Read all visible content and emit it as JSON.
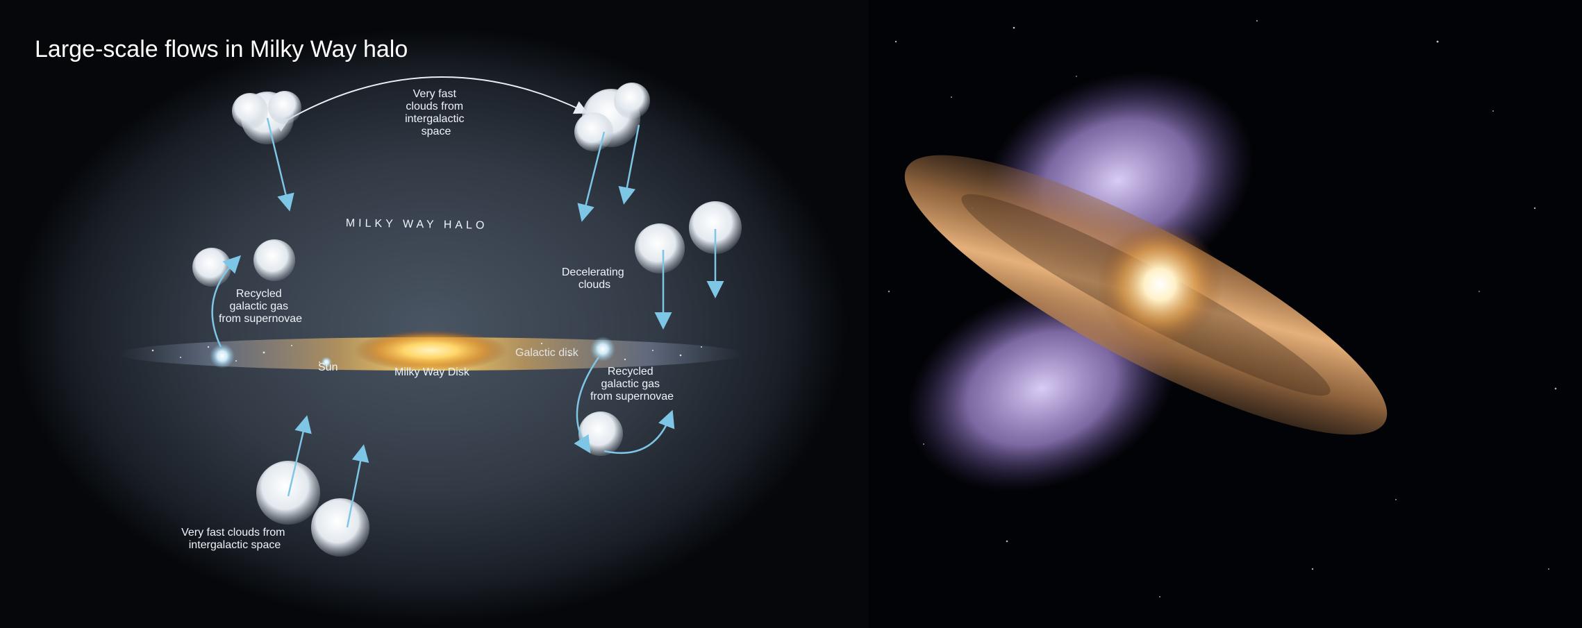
{
  "diagram": {
    "title": "Large-scale flows in Milky Way halo",
    "labels": {
      "top_clouds": [
        "Very fast",
        "clouds from",
        "intergalactic",
        "space"
      ],
      "halo": "MILKY WAY HALO",
      "recycled_left": [
        "Recycled",
        "galactic gas",
        "from supernovae"
      ],
      "decelerating": [
        "Decelerating",
        "clouds"
      ],
      "galactic_disk": "Galactic disk",
      "sun": "Sun",
      "milky_way_disk": "Milky Way Disk",
      "recycled_right": [
        "Recycled",
        "galactic gas",
        "from supernovae"
      ],
      "bottom_clouds": [
        "Very fast clouds from",
        "intergalactic space"
      ]
    },
    "colors": {
      "arrow": "#7ec6e6",
      "disk_core": "#ffd76a",
      "halo": "#3a4350",
      "cloud": "#e9eef3",
      "text": "#eef4fa"
    }
  },
  "illustration": {
    "subject": "galaxy-wind-artwork",
    "colors": {
      "core": "#fff1c8",
      "disk": "#b07a4a",
      "wind": "#a58ad6",
      "wind_highlight": "#d9ccf5",
      "space": "#020306"
    }
  }
}
